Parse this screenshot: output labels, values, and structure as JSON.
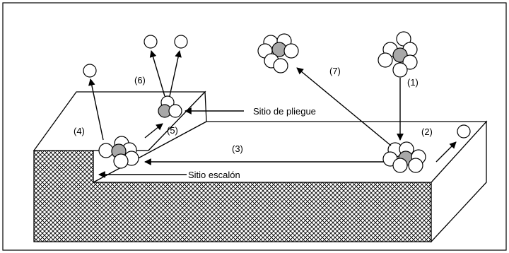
{
  "labels": {
    "step1": "(1)",
    "step2": "(2)",
    "step3": "(3)",
    "step4": "(4)",
    "step5": "(5)",
    "step6": "(6)",
    "step7": "(7)",
    "kink_site": "Sitio de pliegue",
    "step_site": "Sitio escalón"
  },
  "colors": {
    "line": "#000000",
    "atom_fill": "#ffffff",
    "center_atom_fill": "#a8a8a8",
    "hatch": "#000000",
    "background": "#ffffff"
  }
}
